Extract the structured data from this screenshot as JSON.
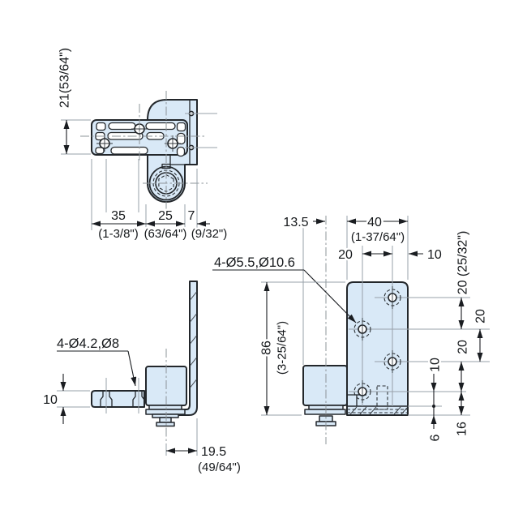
{
  "drawing_type": "hinge technical drawing",
  "colors": {
    "part_fill": "#d9e9f7",
    "outline": "#23272b",
    "dimension": "#1a1d21",
    "auxiliary": "#97a0a8",
    "background": "#ffffff"
  },
  "labels": {
    "top_height": "21(53/64\")",
    "top_d1": "35",
    "top_d1_in": "(1-3/8\")",
    "top_d2": "25",
    "top_d2_in": "(63/64\")",
    "top_d3": "7",
    "top_d3_in": "(9/32\")",
    "side_callout": "4-Ø4.2,Ø8",
    "side_thickness": "10",
    "side_offset": "19.5",
    "side_offset_in": "(49/64\")",
    "front_callout": "4-Ø5.5,Ø10.6",
    "front_pivot": "13.5",
    "front_width": "40",
    "front_width_in": "(1-37/64\")",
    "front_col_spacing": "20",
    "front_edge": "10",
    "front_row1": "20 (25/32\")",
    "front_row2": "20",
    "front_row3": "20",
    "front_row4": "10",
    "front_height": "86",
    "front_height_in": "(3-25/64\")",
    "front_foot": "6",
    "front_bottom": "16"
  }
}
